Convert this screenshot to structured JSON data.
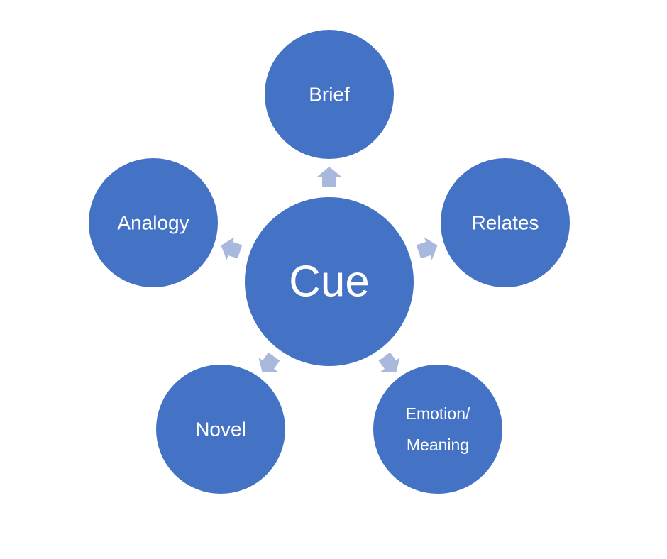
{
  "diagram": {
    "center": {
      "label": "Cue"
    },
    "nodes": [
      {
        "id": "brief",
        "lines": [
          "Brief"
        ]
      },
      {
        "id": "relates",
        "lines": [
          "Relates"
        ]
      },
      {
        "id": "emotion-meaning",
        "lines": [
          "Emotion/",
          "Meaning"
        ]
      },
      {
        "id": "novel",
        "lines": [
          "Novel"
        ]
      },
      {
        "id": "analogy",
        "lines": [
          "Analogy"
        ]
      }
    ],
    "colors": {
      "circle_fill": "#4472C4",
      "circle_stroke": "#ffffff",
      "arrow_fill": "#A9B8DD",
      "text": "#ffffff"
    }
  }
}
